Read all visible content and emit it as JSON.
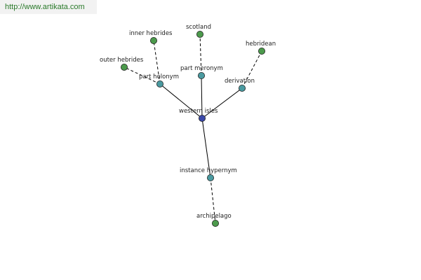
{
  "watermark": {
    "text": "http://www.artikata.com"
  },
  "colors": {
    "center": "#3a48a8",
    "relation": "#4a9aa0",
    "leaf": "#4c9a4c"
  },
  "graph": {
    "nodes": [
      {
        "id": "western-isles",
        "label": "western isles",
        "kind": "center"
      },
      {
        "id": "part-holonym",
        "label": "part holonym",
        "kind": "relation"
      },
      {
        "id": "part-meronym",
        "label": "part meronym",
        "kind": "relation"
      },
      {
        "id": "derivation",
        "label": "derivation",
        "kind": "relation"
      },
      {
        "id": "instance-hypernym",
        "label": "instance hypernym",
        "kind": "relation"
      },
      {
        "id": "inner-hebrides",
        "label": "inner hebrides",
        "kind": "leaf"
      },
      {
        "id": "outer-hebrides",
        "label": "outer hebrides",
        "kind": "leaf"
      },
      {
        "id": "scotland",
        "label": "scotland",
        "kind": "leaf"
      },
      {
        "id": "hebridean",
        "label": "hebridean",
        "kind": "leaf"
      },
      {
        "id": "archipelago",
        "label": "archipelago",
        "kind": "leaf"
      }
    ],
    "edges": [
      {
        "from": "western-isles",
        "to": "part-holonym",
        "style": "solid"
      },
      {
        "from": "western-isles",
        "to": "part-meronym",
        "style": "solid"
      },
      {
        "from": "western-isles",
        "to": "derivation",
        "style": "solid"
      },
      {
        "from": "western-isles",
        "to": "instance-hypernym",
        "style": "solid"
      },
      {
        "from": "part-holonym",
        "to": "inner-hebrides",
        "style": "dashed"
      },
      {
        "from": "part-holonym",
        "to": "outer-hebrides",
        "style": "dashed"
      },
      {
        "from": "part-meronym",
        "to": "scotland",
        "style": "dashed"
      },
      {
        "from": "derivation",
        "to": "hebridean",
        "style": "dashed"
      },
      {
        "from": "instance-hypernym",
        "to": "archipelago",
        "style": "dashed"
      }
    ]
  }
}
